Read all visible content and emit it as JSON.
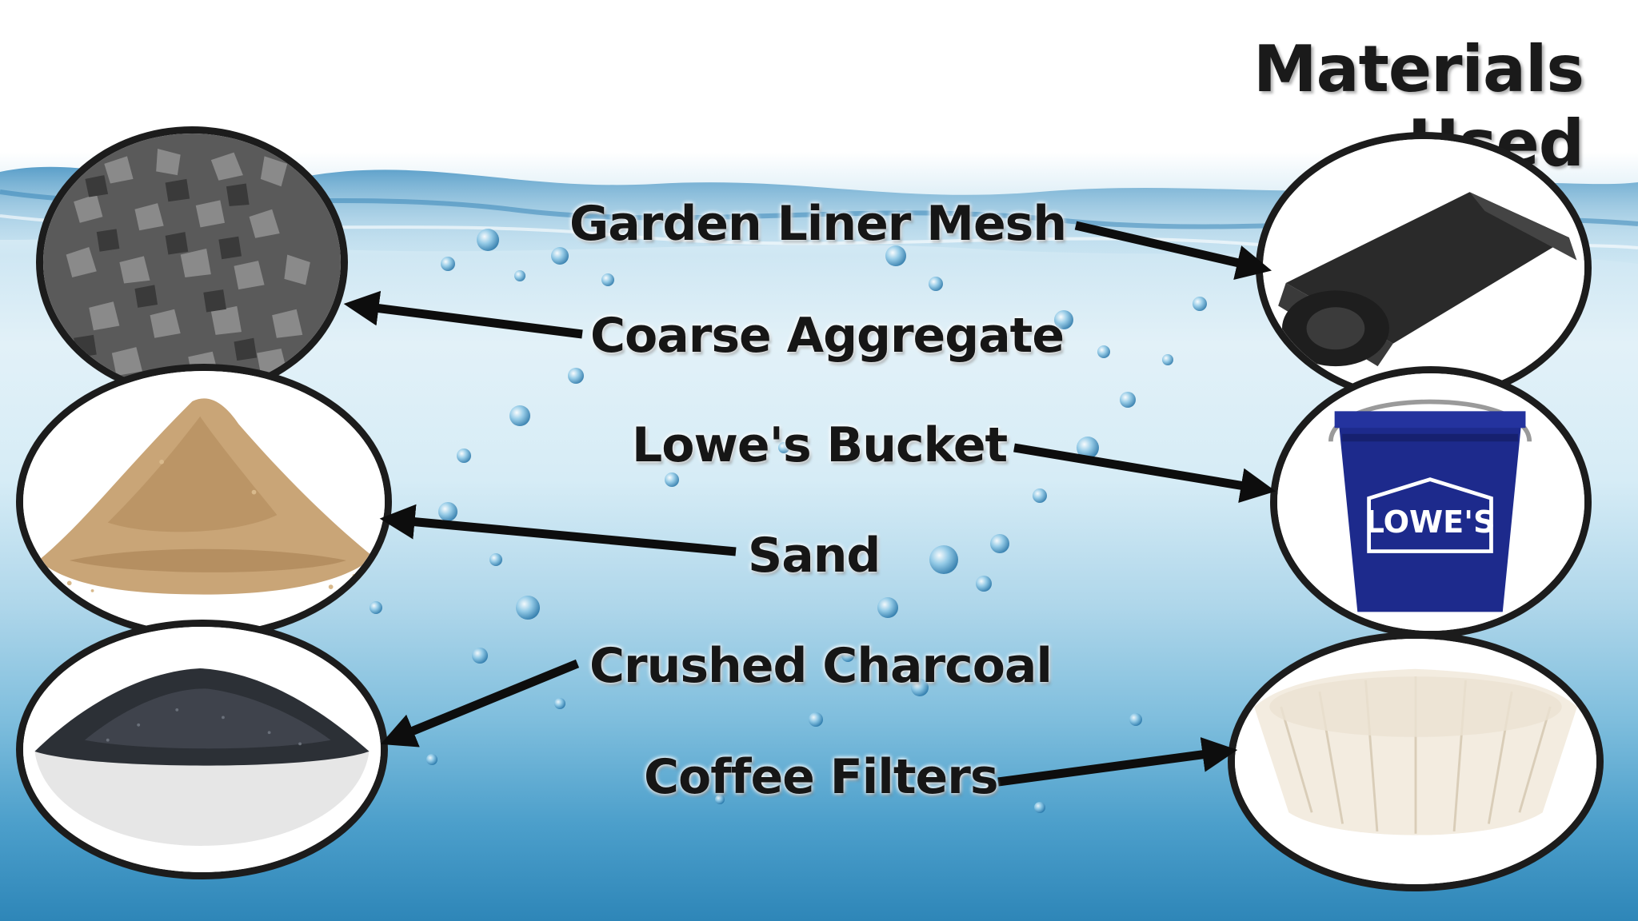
{
  "title": "Materials Used",
  "labels": {
    "garden": "Garden Liner Mesh",
    "coarse": "Coarse Aggregate",
    "bucket": "Lowe's Bucket",
    "sand": "Sand",
    "charcoal": "Crushed Charcoal",
    "coffee": "Coffee Filters"
  },
  "bucket_brand": "LOWE'S",
  "colors": {
    "text": "#161616",
    "arrow": "#0d0d0d",
    "water": "#2e86b8",
    "bucket": "#1d2a8c"
  },
  "icons": {
    "coarse": "gravel-photo",
    "sand": "sand-pile-photo",
    "charcoal": "charcoal-bowl-photo",
    "mesh": "mesh-roll-photo",
    "bucket": "bucket-photo",
    "coffee": "coffee-filter-photo"
  }
}
